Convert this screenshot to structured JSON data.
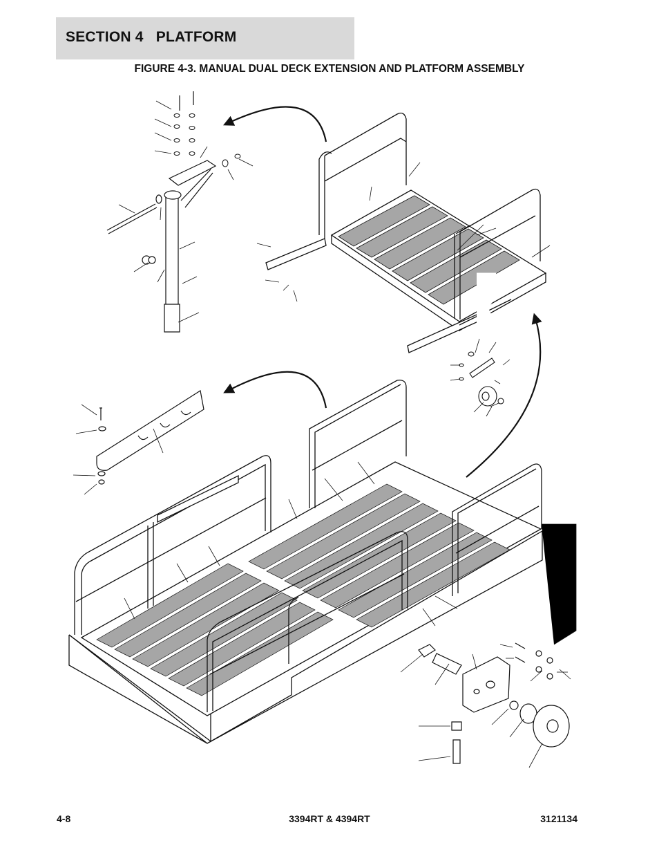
{
  "section_header": {
    "title": "SECTION 4   PLATFORM"
  },
  "figure": {
    "caption": "FIGURE 4-3. MANUAL DUAL DECK EXTENSION AND PLATFORM ASSEMBLY"
  },
  "footer": {
    "page_number": "4-8",
    "model": "3394RT & 4394RT",
    "document_number": "3121134"
  },
  "colors": {
    "header_band": "#d9d9d9",
    "deck_slat": "#a6a6a6",
    "line": "#111111"
  }
}
